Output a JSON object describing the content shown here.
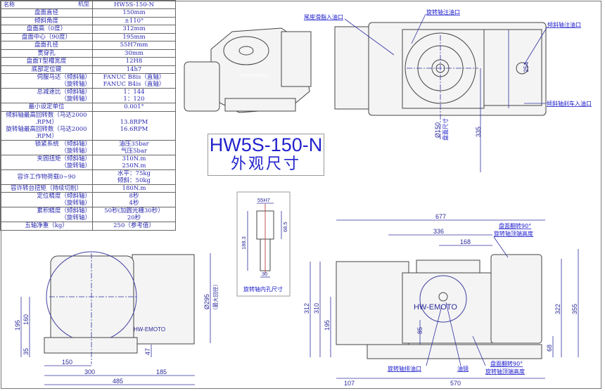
{
  "spec_table": {
    "header_name": "名称",
    "header_model": "机型",
    "model": "HW5S-150-N",
    "rows": [
      {
        "k": [
          "盘面直径"
        ],
        "v": [
          "150mm"
        ]
      },
      {
        "k": [
          "倾斜角度"
        ],
        "v": [
          "±110°"
        ]
      },
      {
        "k": [
          "盘面高（0度）"
        ],
        "v": [
          "312mm"
        ]
      },
      {
        "k": [
          "盘面中心（90度）"
        ],
        "v": [
          "195mm"
        ]
      },
      {
        "k": [
          "盘面孔径"
        ],
        "v": [
          "55H7mm"
        ]
      },
      {
        "k": [
          "贯穿孔"
        ],
        "v": [
          "30mm"
        ]
      },
      {
        "k": [
          "盘面T型槽宽度"
        ],
        "v": [
          "12H8"
        ]
      },
      {
        "k": [
          "底部定位键"
        ],
        "v": [
          "14h7"
        ]
      },
      {
        "k": [
          "伺服马达（倾斜轴）",
          "（旋转轴）"
        ],
        "v": [
          "FANUC B8is（直轴）",
          "FANUC B4is（直轴）"
        ]
      },
      {
        "k": [
          "总减速比（倾斜轴）",
          "（旋转轴）"
        ],
        "v": [
          "1：144",
          "1：120"
        ]
      },
      {
        "k": [
          "最小设定单位"
        ],
        "v": [
          "0.001°"
        ]
      },
      {
        "k": [
          "倾斜轴最高回转数（马达2000",
          ".RPM）",
          "旋转轴最高回转数（马达2000",
          ".RPM）"
        ],
        "v": [
          "13.8RPM",
          "16.6RPM"
        ]
      },
      {
        "k": [
          "锁紧系统 （倾斜轴）",
          "（旋转轴）"
        ],
        "v": [
          "油压35bar",
          "气压5bar"
        ]
      },
      {
        "k": [
          "夹固扭矩（倾斜轴）",
          "（旋转轴）"
        ],
        "v": [
          "310N.m",
          "250N.m"
        ]
      },
      {
        "k": [
          "容许工作物荷载0~90"
        ],
        "v": [
          "水平：75kg",
          "倾斜：50kg"
        ]
      },
      {
        "k": [
          "容许转台扭矩（持续切削）"
        ],
        "v": [
          "180N.m"
        ]
      },
      {
        "k": [
          "定位精度（倾斜轴）",
          "（旋转轴）"
        ],
        "v": [
          "8秒",
          "4秒"
        ]
      },
      {
        "k": [
          "累积精度（倾斜轴）",
          "（旋转轴）"
        ],
        "v": [
          "50秒(加圆光栅30秒）",
          "20秒"
        ]
      },
      {
        "k": [
          "五轴净重（kg）"
        ],
        "v": [
          "250（参考值）"
        ]
      }
    ]
  },
  "title_block": {
    "model": "HW5S-150-N",
    "subtitle": "外观尺寸"
  },
  "brand": "HW-EMOTO",
  "top_view": {
    "labels": {
      "tailstock_grease": "尾座滑脂入油口",
      "rotary_oil_inlet": "旋转轴注油口",
      "tilt_oil_inlet": "倾斜轴注油口",
      "tilt_brake_inlet": "倾斜轴刹车入油口",
      "table_size": "盘面尺寸"
    },
    "dims": {
      "d254": "254",
      "d335": "335",
      "dia150": "Ø150"
    }
  },
  "bore_detail": {
    "title": "旋转轴内孔尺寸",
    "d55h7": "55H7",
    "d188": "188.3",
    "d68": "68.5",
    "d30": "30"
  },
  "side_view": {
    "dims": {
      "d195": "195",
      "d160": "160",
      "d35": "35",
      "d47": "47",
      "d150": "150",
      "d300": "300",
      "d185": "185",
      "d485": "485",
      "dia295": "Ø295",
      "dia295_note": "（最大回径）"
    }
  },
  "front_view": {
    "dims": {
      "d677": "677",
      "d336": "336",
      "d168": "168",
      "d312": "312",
      "d310": "310",
      "d195": "195",
      "d85": "85",
      "d322": "322",
      "d355": "355",
      "d68": "68",
      "d107": "107",
      "d570": "570"
    },
    "labels": {
      "flip_top_a1": "盘面翻转90°",
      "flip_top_a2": "旋转轴顶端高度",
      "drain": "旋转轴排油口",
      "oil_sight": "油镜",
      "flip_top_b1": "盘面翻转90°",
      "flip_top_b2": "旋转轴顶端高度"
    }
  }
}
